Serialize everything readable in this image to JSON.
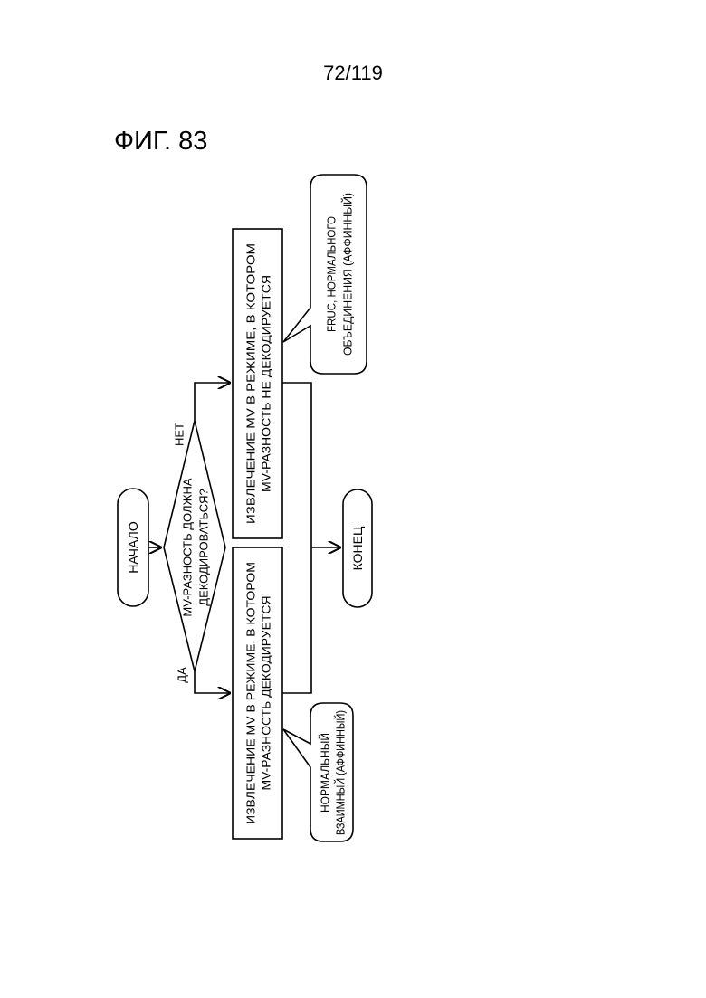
{
  "page_number": "72/119",
  "figure_label": "ФИГ. 83",
  "flowchart": {
    "start": "НАЧАЛО",
    "decision": {
      "lines": [
        "MV-РАЗНОСТЬ ДОЛЖНА",
        "ДЕКОДИРОВАТЬСЯ?"
      ],
      "yes": "ДА",
      "no": "НЕТ"
    },
    "process_decode": {
      "lines": [
        "ИЗВЛЕЧЕНИЕ MV В РЕЖИМЕ, В КОТОРОМ",
        "MV-РАЗНОСТЬ ДЕКОДИРУЕТСЯ"
      ]
    },
    "process_no_decode": {
      "lines": [
        "ИЗВЛЕЧЕНИЕ MV В РЕЖИМЕ, В КОТОРОМ",
        "MV-РАЗНОСТЬ НЕ ДЕКОДИРУЕТСЯ"
      ]
    },
    "callout_decode": {
      "lines": [
        "НОРМАЛЬНЫЙ",
        "ВЗАИМНЫЙ (АФФИННЫЙ)"
      ]
    },
    "callout_no_decode": {
      "lines": [
        "FRUC, НОРМАЛЬНОГО",
        "ОБЪЕДИНЕНИЯ (АФФИННЫЙ)"
      ]
    },
    "end": "КОНЕЦ"
  }
}
